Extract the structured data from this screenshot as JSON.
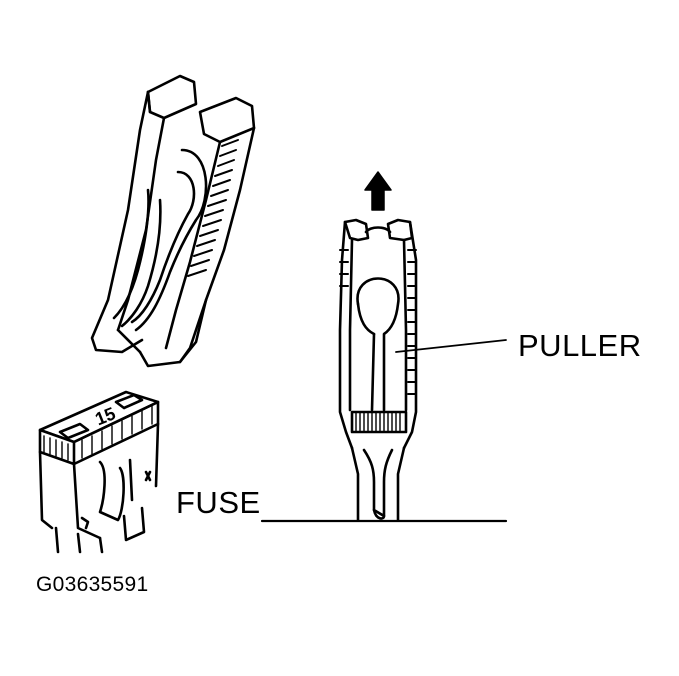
{
  "labels": {
    "puller": "PULLER",
    "fuse": "FUSE",
    "figure_code": "G03635591"
  },
  "colors": {
    "ink": "#000000",
    "paper": "#ffffff"
  },
  "icons": {
    "arrow": "up-arrow-icon"
  }
}
